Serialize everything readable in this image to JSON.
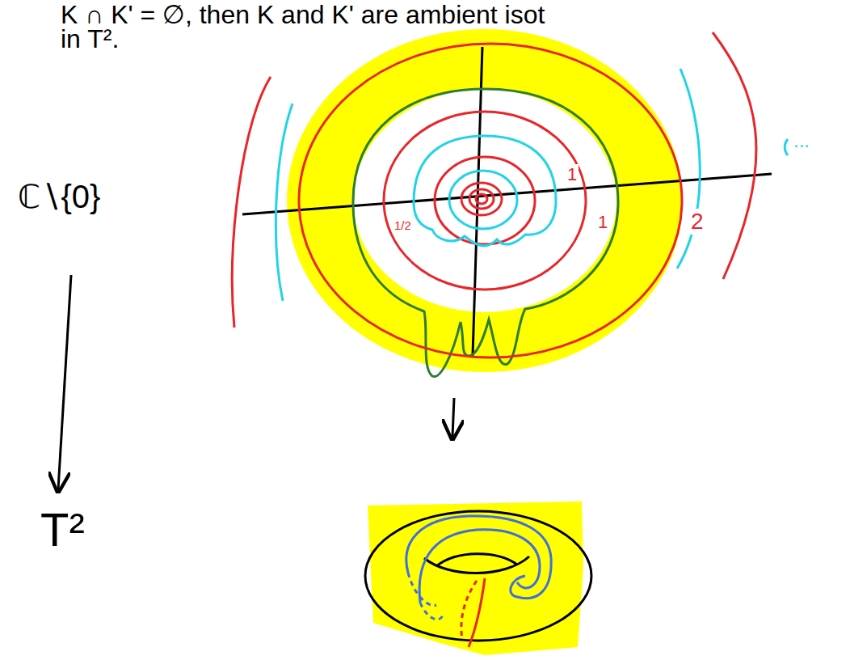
{
  "diagram": {
    "labels": [
      "K ∩ K' = ∅, then K and K' are ambient isot",
      "in T².",
      "ℂ∖{0}",
      "T²",
      "1",
      "1/2",
      "1",
      "2",
      "..."
    ]
  }
}
